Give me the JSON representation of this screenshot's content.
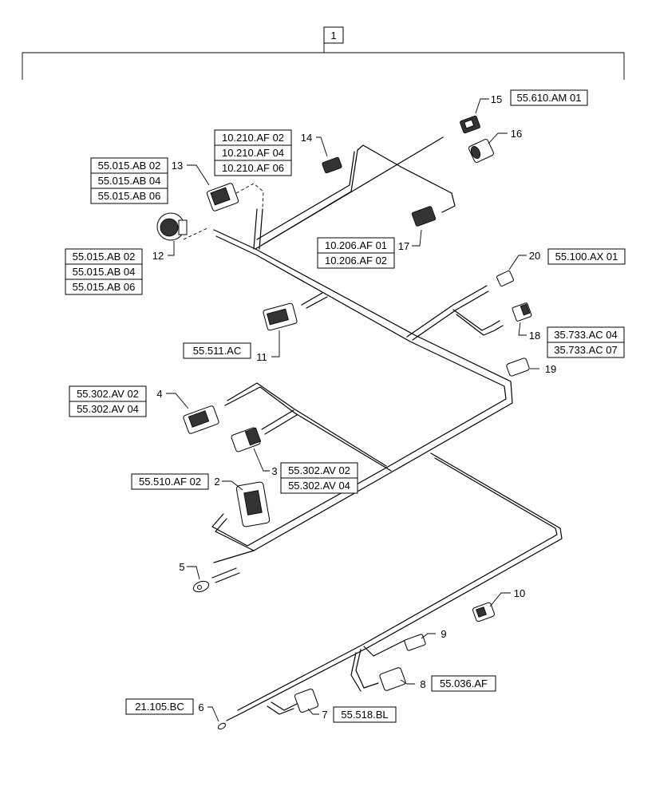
{
  "assembly_callout": "1",
  "callouts": {
    "c2": "2",
    "c3": "3",
    "c4": "4",
    "c5": "5",
    "c6": "6",
    "c7": "7",
    "c8": "8",
    "c9": "9",
    "c10": "10",
    "c11": "11",
    "c12": "12",
    "c13": "13",
    "c14": "14",
    "c15": "15",
    "c16": "16",
    "c17": "17",
    "c18": "18",
    "c19": "19",
    "c20": "20"
  },
  "refs": {
    "r15": [
      "55.610.AM 01"
    ],
    "r13_top": [
      "10.210.AF 02",
      "10.210.AF 04",
      "10.210.AF 06"
    ],
    "r13_left": [
      "55.015.AB 02",
      "55.015.AB 04",
      "55.015.AB 06"
    ],
    "r12": [
      "55.015.AB 02",
      "55.015.AB 04",
      "55.015.AB 06"
    ],
    "r17": [
      "10.206.AF 01",
      "10.206.AF 02"
    ],
    "r20": [
      "55.100.AX 01"
    ],
    "r18": [
      "35.733.AC 04",
      "35.733.AC 07"
    ],
    "r11": [
      "55.511.AC"
    ],
    "r4": [
      "55.302.AV 02",
      "55.302.AV 04"
    ],
    "r3": [
      "55.302.AV 02",
      "55.302.AV 04"
    ],
    "r2": [
      "55.510.AF 02"
    ],
    "r8": [
      "55.036.AF"
    ],
    "r6": [
      "21.105.BC"
    ],
    "r7": [
      "55.518.BL"
    ]
  }
}
